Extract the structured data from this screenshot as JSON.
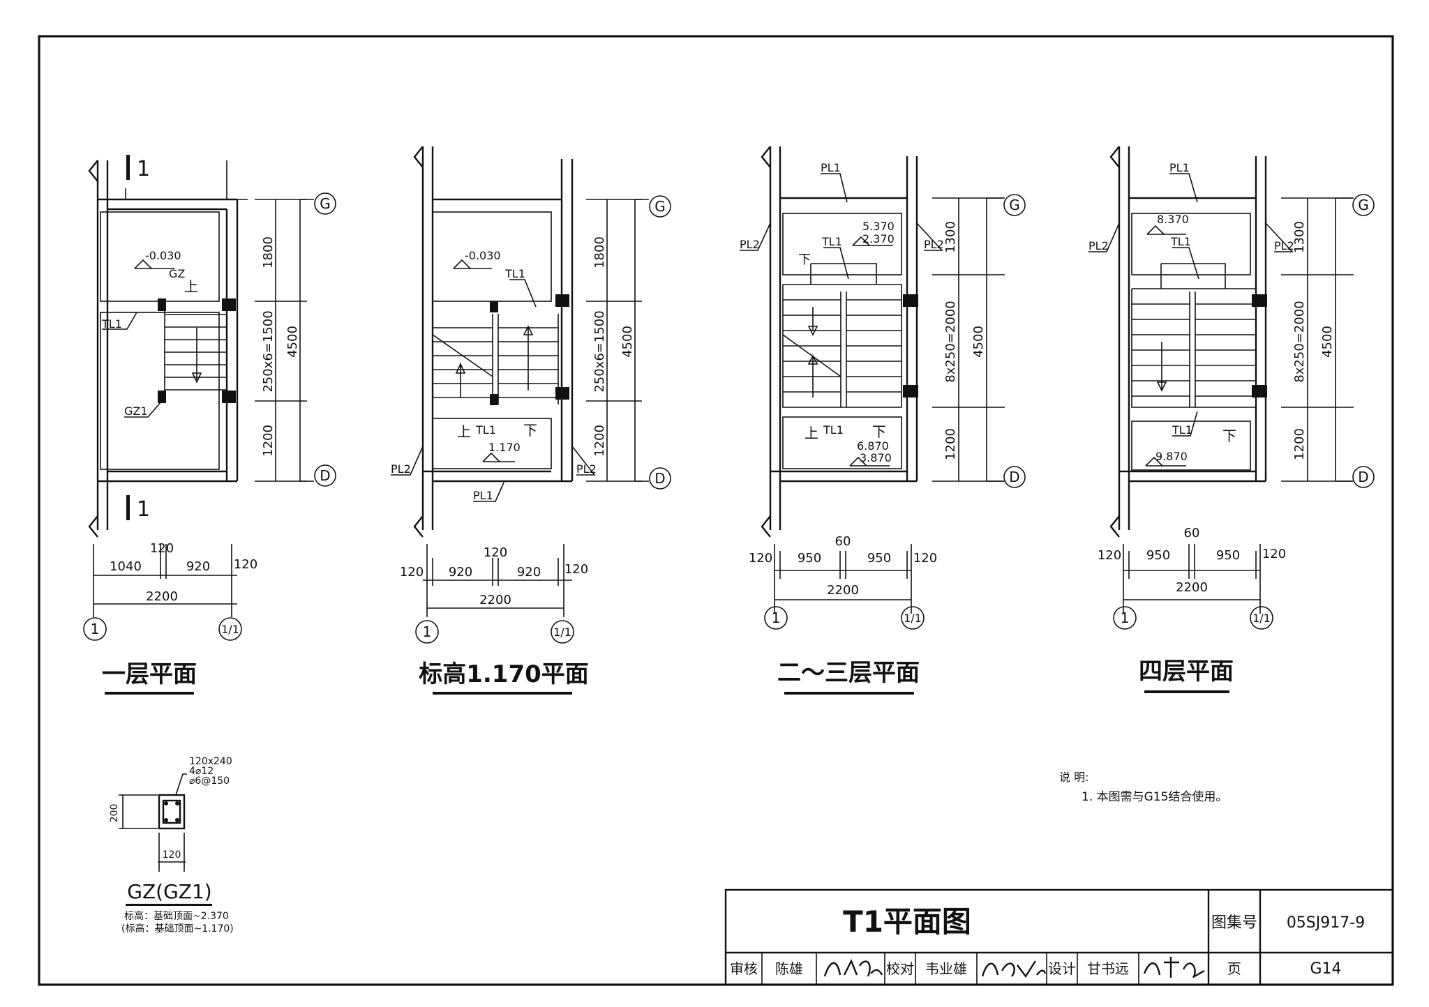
{
  "plans": [
    {
      "title": "一层平面",
      "axes": {
        "top": "G",
        "bottom": "D",
        "left": "1",
        "right": "1/1"
      },
      "section_mark": "1",
      "vert_dims": [
        "1800",
        "250x6=1500",
        "1200"
      ],
      "vert_total": "4500",
      "horiz_dims": [
        "1040",
        "120",
        "920",
        "120"
      ],
      "horiz_total": "2200",
      "labels": {
        "elev": "-0.030",
        "gz": "GZ",
        "up": "上",
        "tl": "TL1",
        "gz1": "GZ1"
      }
    },
    {
      "title": "标高1.170平面",
      "axes": {
        "top": "G",
        "bottom": "D",
        "left": "1",
        "right": "1/1"
      },
      "vert_dims": [
        "1800",
        "250x6=1500",
        "1200"
      ],
      "vert_total": "4500",
      "horiz_dims": [
        "120",
        "920",
        "120",
        "920",
        "120"
      ],
      "horiz_total": "2200",
      "labels": {
        "elev": "-0.030",
        "tl_top": "TL1",
        "up": "上",
        "tl": "TL1",
        "down": "下",
        "elev2": "1.170",
        "pl2_l": "PL2",
        "pl2_r": "PL2",
        "pl1": "PL1"
      }
    },
    {
      "title": "二～三层平面",
      "axes": {
        "top": "G",
        "bottom": "D",
        "left": "1",
        "right": "1/1"
      },
      "vert_dims": [
        "1300",
        "8x250=2000",
        "1200"
      ],
      "vert_total": "4500",
      "horiz_dims": [
        "120",
        "950",
        "60",
        "950",
        "120"
      ],
      "horiz_total": "2200",
      "labels": {
        "pl1": "PL1",
        "elev_a": "5.370",
        "elev_b": "2.370",
        "tl_top": "TL1",
        "pl2_l": "PL2",
        "pl2_r": "PL2",
        "down_top": "下",
        "up": "上",
        "tl": "TL1",
        "down": "下",
        "elev_c": "6.870",
        "elev_d": "3.870"
      }
    },
    {
      "title": "四层平面",
      "axes": {
        "top": "G",
        "bottom": "D",
        "left": "1",
        "right": "1/1"
      },
      "vert_dims": [
        "1300",
        "8x250=2000",
        "1200"
      ],
      "vert_total": "4500",
      "horiz_dims": [
        "120",
        "950",
        "60",
        "950",
        "120"
      ],
      "horiz_total": "2200",
      "labels": {
        "pl1": "PL1",
        "elev_a": "8.370",
        "tl_top": "TL1",
        "pl2_l": "PL2",
        "pl2_r": "PL2",
        "tl": "TL1",
        "down": "下",
        "elev_b": "9.870"
      }
    }
  ],
  "column_detail": {
    "size": "120x240",
    "rebar_main": "4⌀12",
    "rebar_tie": "⌀6@150",
    "dim_h": "200",
    "dim_w": "120",
    "title": "GZ(GZ1)",
    "note1": "标高：基础顶面~2.370",
    "note2": "(标高：基础顶面~1.170)"
  },
  "notes": {
    "heading": "说 明:",
    "item1": "1.  本图需与G15结合使用。"
  },
  "title_block": {
    "title": "T1平面图",
    "atlas_label": "图集号",
    "atlas_no": "05SJ917-9",
    "review_label": "审核",
    "reviewer": "陈雄",
    "check_label": "校对",
    "checker": "韦业雄",
    "design_label": "设计",
    "designer": "甘书远",
    "page_label": "页",
    "page_no": "G14"
  }
}
